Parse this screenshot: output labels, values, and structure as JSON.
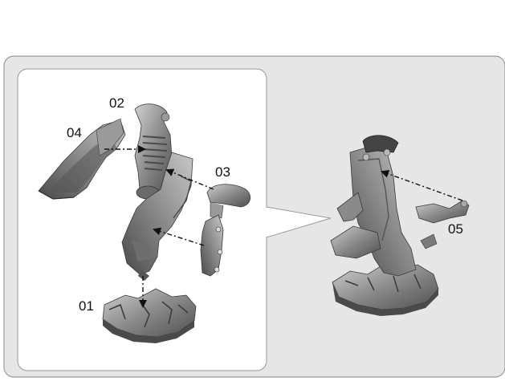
{
  "diagram": {
    "part_labels": {
      "p01": "01",
      "p02": "02",
      "p03": "03",
      "p04": "04",
      "p05": "05"
    },
    "colors": {
      "panel_outer": "#e6e6e6",
      "panel_outer_border": "#9a9a9a",
      "panel_inner": "#ffffff",
      "part_dark": "#5f5f5f",
      "part_mid": "#8c8c8c",
      "part_light": "#b9b9b9",
      "arrow": "#111111"
    }
  }
}
